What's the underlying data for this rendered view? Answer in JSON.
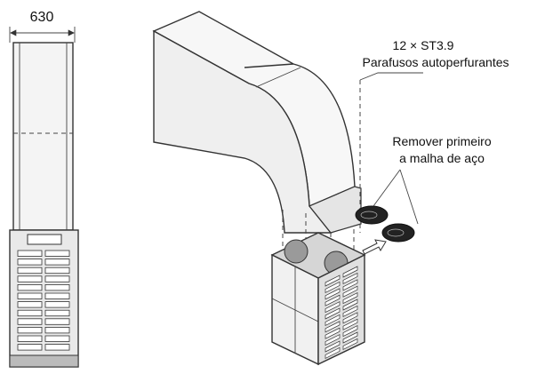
{
  "dimension": {
    "width_value": "630"
  },
  "callouts": {
    "screws_count": "12 × ST3.9",
    "screws_name": "Parafusos autoperfurantes",
    "remove_line1": "Remover primeiro",
    "remove_line2": "a malha de aço"
  },
  "colors": {
    "line": "#333333",
    "fill_light": "#f2f2f2",
    "fill_dark": "#222222"
  }
}
